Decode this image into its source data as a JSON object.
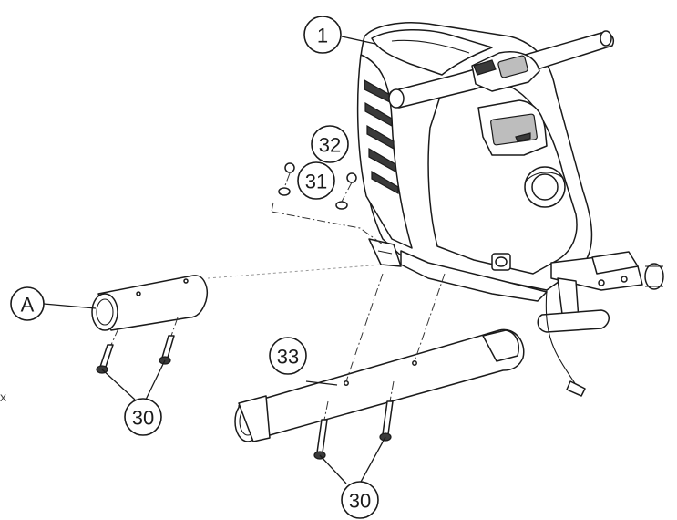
{
  "callouts": {
    "console": "1",
    "tube_a": "A",
    "acorn_nut": "32",
    "washer": "31",
    "stabilizer": "33",
    "bolt_left": "30",
    "bolt_right": "30"
  },
  "stray_mark": "x"
}
